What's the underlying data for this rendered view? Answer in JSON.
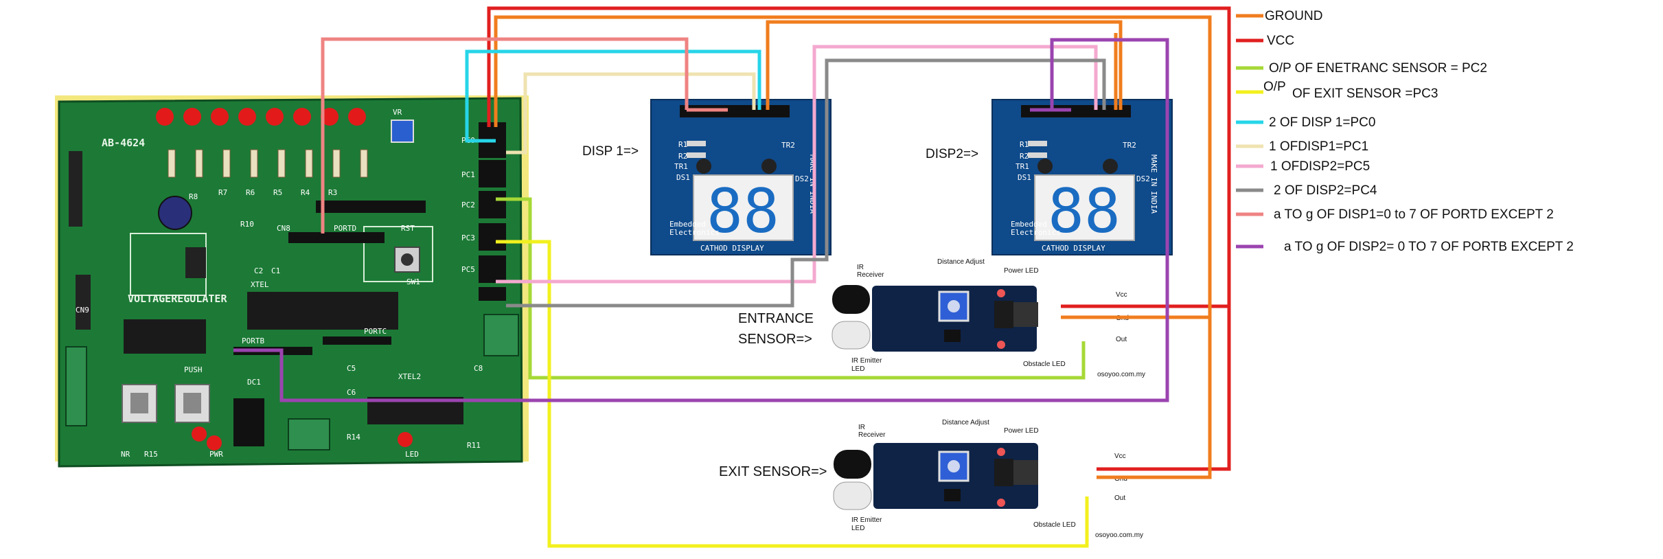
{
  "legend": [
    {
      "color": "#f07d1e",
      "text": "GROUND"
    },
    {
      "color": "#e11f1f",
      "text": "VCC"
    },
    {
      "color": "#a6d836",
      "text": "O/P OF ENETRANC SENSOR  = PC2"
    },
    {
      "color": "#f2f01e",
      "text_parts": [
        "O/P",
        "OF EXIT SENSOR  =PC3"
      ]
    },
    {
      "color": "#27d5e8",
      "text": "2 OF DISP 1=PC0"
    },
    {
      "color": "#efe3b0",
      "text": "1 OFDISP1=PC1"
    },
    {
      "color": "#f4a9cf",
      "text": "1 OFDISP2=PC5"
    },
    {
      "color": "#8a8a8a",
      "text": "2 OF DISP2=PC4"
    },
    {
      "color": "#ef8383",
      "text": "a TO g OF DISP1=0 to 7 OF PORTD EXCEPT 2"
    },
    {
      "color": "#9b44b0",
      "text": "a TO g OF DISP2= 0 TO 7 OF PORTB EXCEPT 2"
    }
  ],
  "labels": {
    "disp1": "DISP 1=>",
    "disp2": "DISP2=>",
    "entrance_1": "ENTRANCE",
    "entrance_2": "SENSOR=>",
    "exit": "EXIT SENSOR=>"
  },
  "board": {
    "model": "AB-4624",
    "voltage_regulator": "VOLTAGEREGULATER",
    "cn8": "CN8",
    "portd": "PORTD",
    "portb": "PORTB",
    "portc": "PORTC",
    "rst": "RST",
    "sw1": "SW1",
    "xtel": "XTEL",
    "xtel2": "XTEL2",
    "pc0": "PC0",
    "pc1": "PC1",
    "pc2": "PC2",
    "pc3": "PC3",
    "pc5": "PC5",
    "dc1": "DC1",
    "push": "PUSH",
    "vr": "VR",
    "r8": "R8",
    "r7": "R7",
    "r6": "R6",
    "r5": "R5",
    "r4": "R4",
    "r3": "R3",
    "r10": "R10",
    "r11": "R11",
    "r14": "R14",
    "r15": "R15",
    "c1": "C1",
    "c2": "C2",
    "c5": "C5",
    "c6": "C6",
    "c8": "C8",
    "led": "LED",
    "pwr": "PWR",
    "cn9": "CN9",
    "nr": "NR"
  },
  "display_module": {
    "r1": "R1",
    "r2": "R2",
    "tr1": "TR1",
    "tr2": "TR2",
    "ds1": "DS1",
    "ds2": "DS2",
    "digits": "88",
    "footer": "CATHOD DISPLAY",
    "brand_1": "Embedded",
    "brand_2": "Electronics",
    "side": "MAKE IN INDIA"
  },
  "sensor_module": {
    "ir_receiver_1": "IR",
    "ir_receiver_2": "Receiver",
    "distance_adjust": "Distance Adjust",
    "power_led": "Power LED",
    "vcc": "Vcc",
    "gnd": "Gnd",
    "out": "Out",
    "ir_emitter_1": "IR Emitter",
    "ir_emitter_2": "LED",
    "obstacle_led": "Obstacle LED",
    "watermark": "osoyoo.com.my"
  }
}
